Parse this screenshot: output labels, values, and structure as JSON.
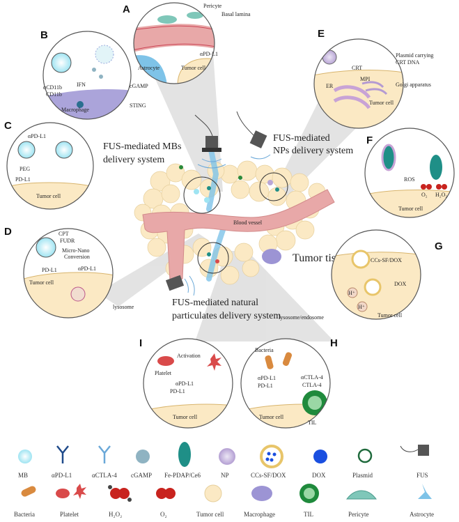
{
  "panels": {
    "A": {
      "letter": "A",
      "pericyte": "Pericyte",
      "basal_lamina": "Basal lamina",
      "astrocyte": "Astrocyte",
      "tumor_cell": "Tumor cell",
      "apdl1": "αPD-L1"
    },
    "B": {
      "letter": "B",
      "ifn": "IFN",
      "acd11b": "αCD11b",
      "cd11b": "CD11b",
      "cgamp": "cGAMP",
      "sting": "STING",
      "macrophage": "Macrophage"
    },
    "C": {
      "letter": "C",
      "apdl1": "αPD-L1",
      "peg": "PEG",
      "pdl1": "PD-L1",
      "tumor_cell": "Tumor cell"
    },
    "D": {
      "letter": "D",
      "cpt": "CPT",
      "fudr": "FUDR",
      "conversion1": "Micro-Nano",
      "conversion2": "Conversion",
      "pdl1": "PD-L1",
      "apdl1": "αPD-L1",
      "tumor_cell": "Tumor cell",
      "lysosome": "lysosome"
    },
    "E": {
      "letter": "E",
      "plasmid1": "Plasmid carrying",
      "plasmid2": "CRT DNA",
      "crt": "CRT",
      "mpi": "MPI",
      "golgi": "Golgi apparatus",
      "er": "ER",
      "tumor_cell": "Tumor cell"
    },
    "F": {
      "letter": "F",
      "ros": "ROS",
      "o2": "O₂",
      "h2o2": "H₂O₂",
      "tumor_cell": "Tumor cell"
    },
    "G": {
      "letter": "G",
      "ccs": "CCs-SF/DOX",
      "dox": "DOX",
      "hplus": "H⁺",
      "lysosome_endosome": "lysosome/endosome",
      "tumor_cell": "Tumor cell"
    },
    "H": {
      "letter": "H",
      "bacteria": "Bacteria",
      "actla4": "αCTLA-4",
      "ctla4": "CTLA-4",
      "apdl1": "αPD-L1",
      "pdl1": "PD-L1",
      "tumor_cell": "Tumor cell",
      "til": "TIL"
    },
    "I": {
      "letter": "I",
      "activation": "Activation",
      "platelet": "Platelet",
      "apdl1": "αPD-L1",
      "pdl1": "PD-L1",
      "tumor_cell": "Tumor cell"
    }
  },
  "center": {
    "mbs1": "FUS-mediated MBs",
    "mbs2": "delivery system",
    "nps1": "FUS-mediated",
    "nps2": "NPs delivery system",
    "natural1": "FUS-mediated natural",
    "natural2": "particulates delivery system",
    "blood_vessel": "Blood vessel",
    "tumor_tissue": "Tumor tissue"
  },
  "legend": {
    "row1": [
      "MB",
      "αPD-L1",
      "αCTLA-4",
      "cGAMP",
      "Fe-PDAP/Ce6",
      "NP",
      "CCs-SF/DOX",
      "DOX",
      "Plasmid",
      "FUS"
    ],
    "row2": [
      "Bacteria",
      "Platelet",
      "H₂O₂",
      "O₂",
      "Tumor cell",
      "Macrophage",
      "TIL",
      "Pericyte",
      "Astrocyte"
    ]
  },
  "colors": {
    "blood_vessel": "#e8a8a8",
    "tumor_cell": "#fbe9c4",
    "astrocyte": "#7ec3e8",
    "pericyte": "#7fc7b9",
    "macrophage": "#9c94d4",
    "teal": "#1f8f87",
    "platelet": "#d94a4a",
    "bacteria": "#d98a3f",
    "dox": "#1a4fe0",
    "ccs_ring": "#e8c56a",
    "fus": "#555555"
  }
}
